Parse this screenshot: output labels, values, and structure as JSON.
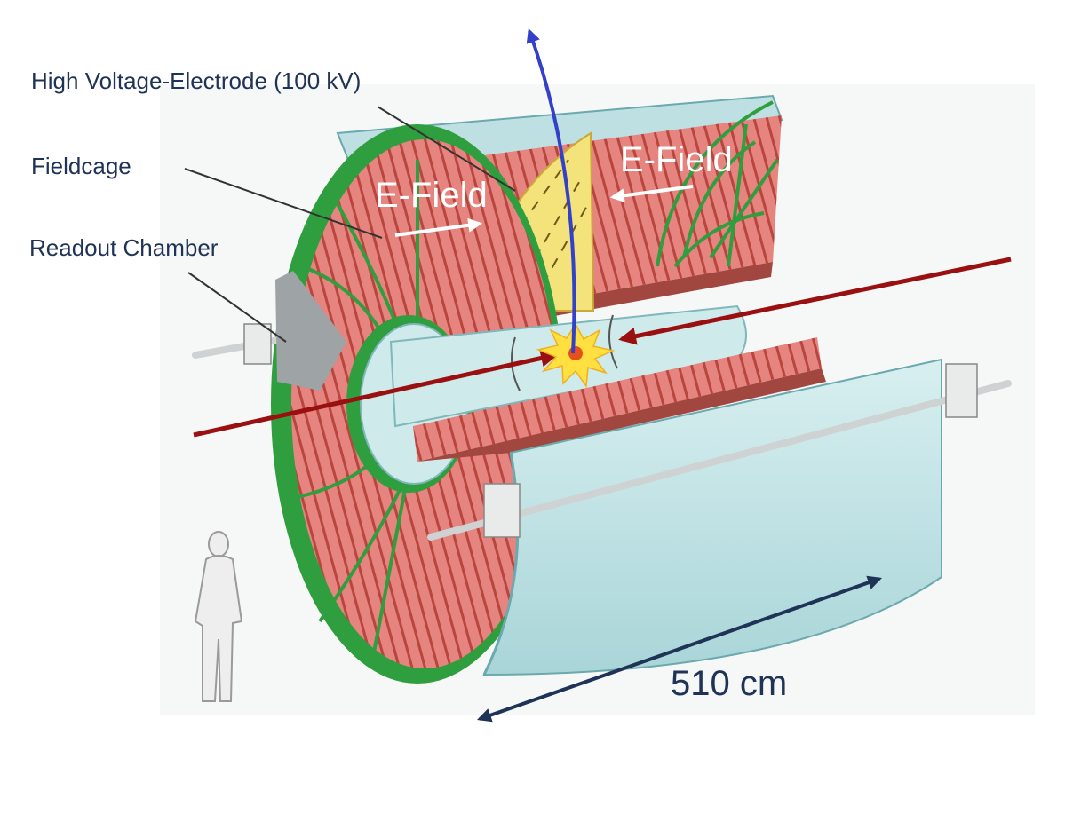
{
  "labels": {
    "hv_electrode": "High Voltage-Electrode (100 kV)",
    "fieldcage": "Fieldcage",
    "readout_chamber": "Readout Chamber",
    "e_field_left": "E-Field",
    "e_field_right": "E-Field",
    "length": "510 cm"
  },
  "colors": {
    "fieldcage": "#e07c78",
    "fieldcage_lines": "#b8463f",
    "frame": "#2f9e3e",
    "outer_shell": "#b9e1e3",
    "electrode": "#f4e27a",
    "particle_track": "#3340c8",
    "beam": "#9a1010",
    "dimension_arrow": "#1f3356",
    "callout_text": "#1f3356"
  }
}
